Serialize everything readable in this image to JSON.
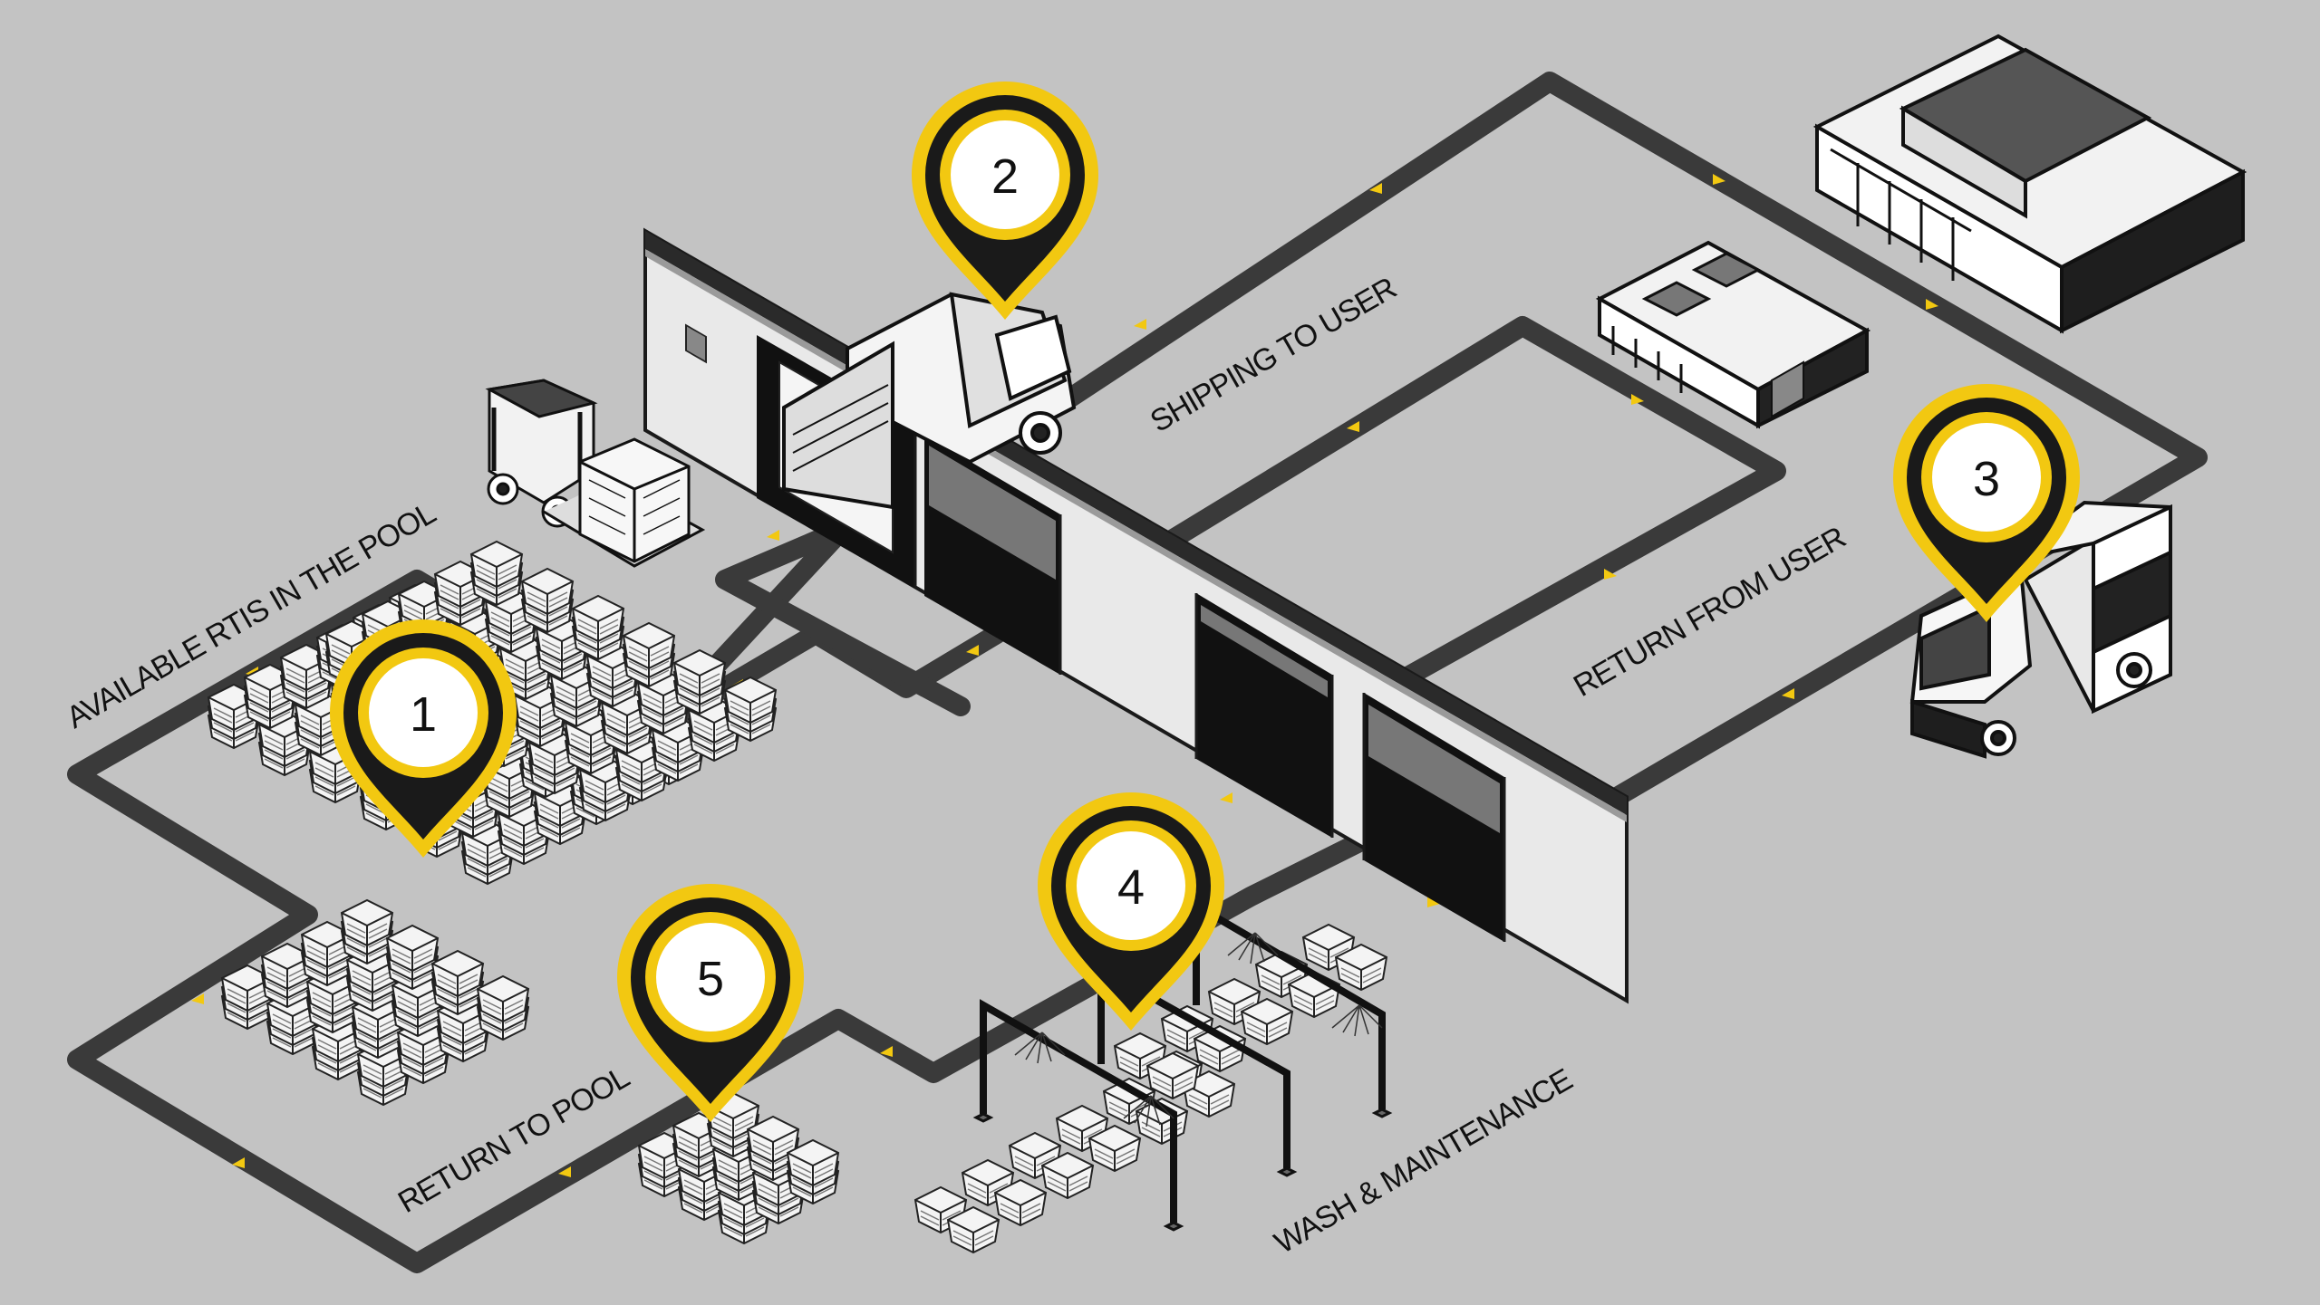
{
  "colors": {
    "background": "#c3c3c3",
    "track": "#3a3a3a",
    "arrow": "#f2c811",
    "pin_ring": "#f2c811",
    "pin_body": "#1a1a1a",
    "pin_center": "#ffffff"
  },
  "labels": {
    "available": "AVAILABLE RTIS IN THE POOL",
    "shipping": "SHIPPING TO USER",
    "return_user": "RETURN FROM USER",
    "return_pool": "RETURN TO POOL",
    "wash": "WASH & MAINTENANCE"
  },
  "pins": [
    {
      "number": "1"
    },
    {
      "number": "2"
    },
    {
      "number": "3"
    },
    {
      "number": "4"
    },
    {
      "number": "5"
    }
  ],
  "icons": {
    "forklift": "forklift-icon",
    "truck_dock": "delivery-truck-icon",
    "truck_user": "box-truck-icon",
    "warehouse": "warehouse-building-icon",
    "factory": "factory-building-icon",
    "wash_station": "wash-spray-icon",
    "container": "plastic-crate-icon"
  }
}
